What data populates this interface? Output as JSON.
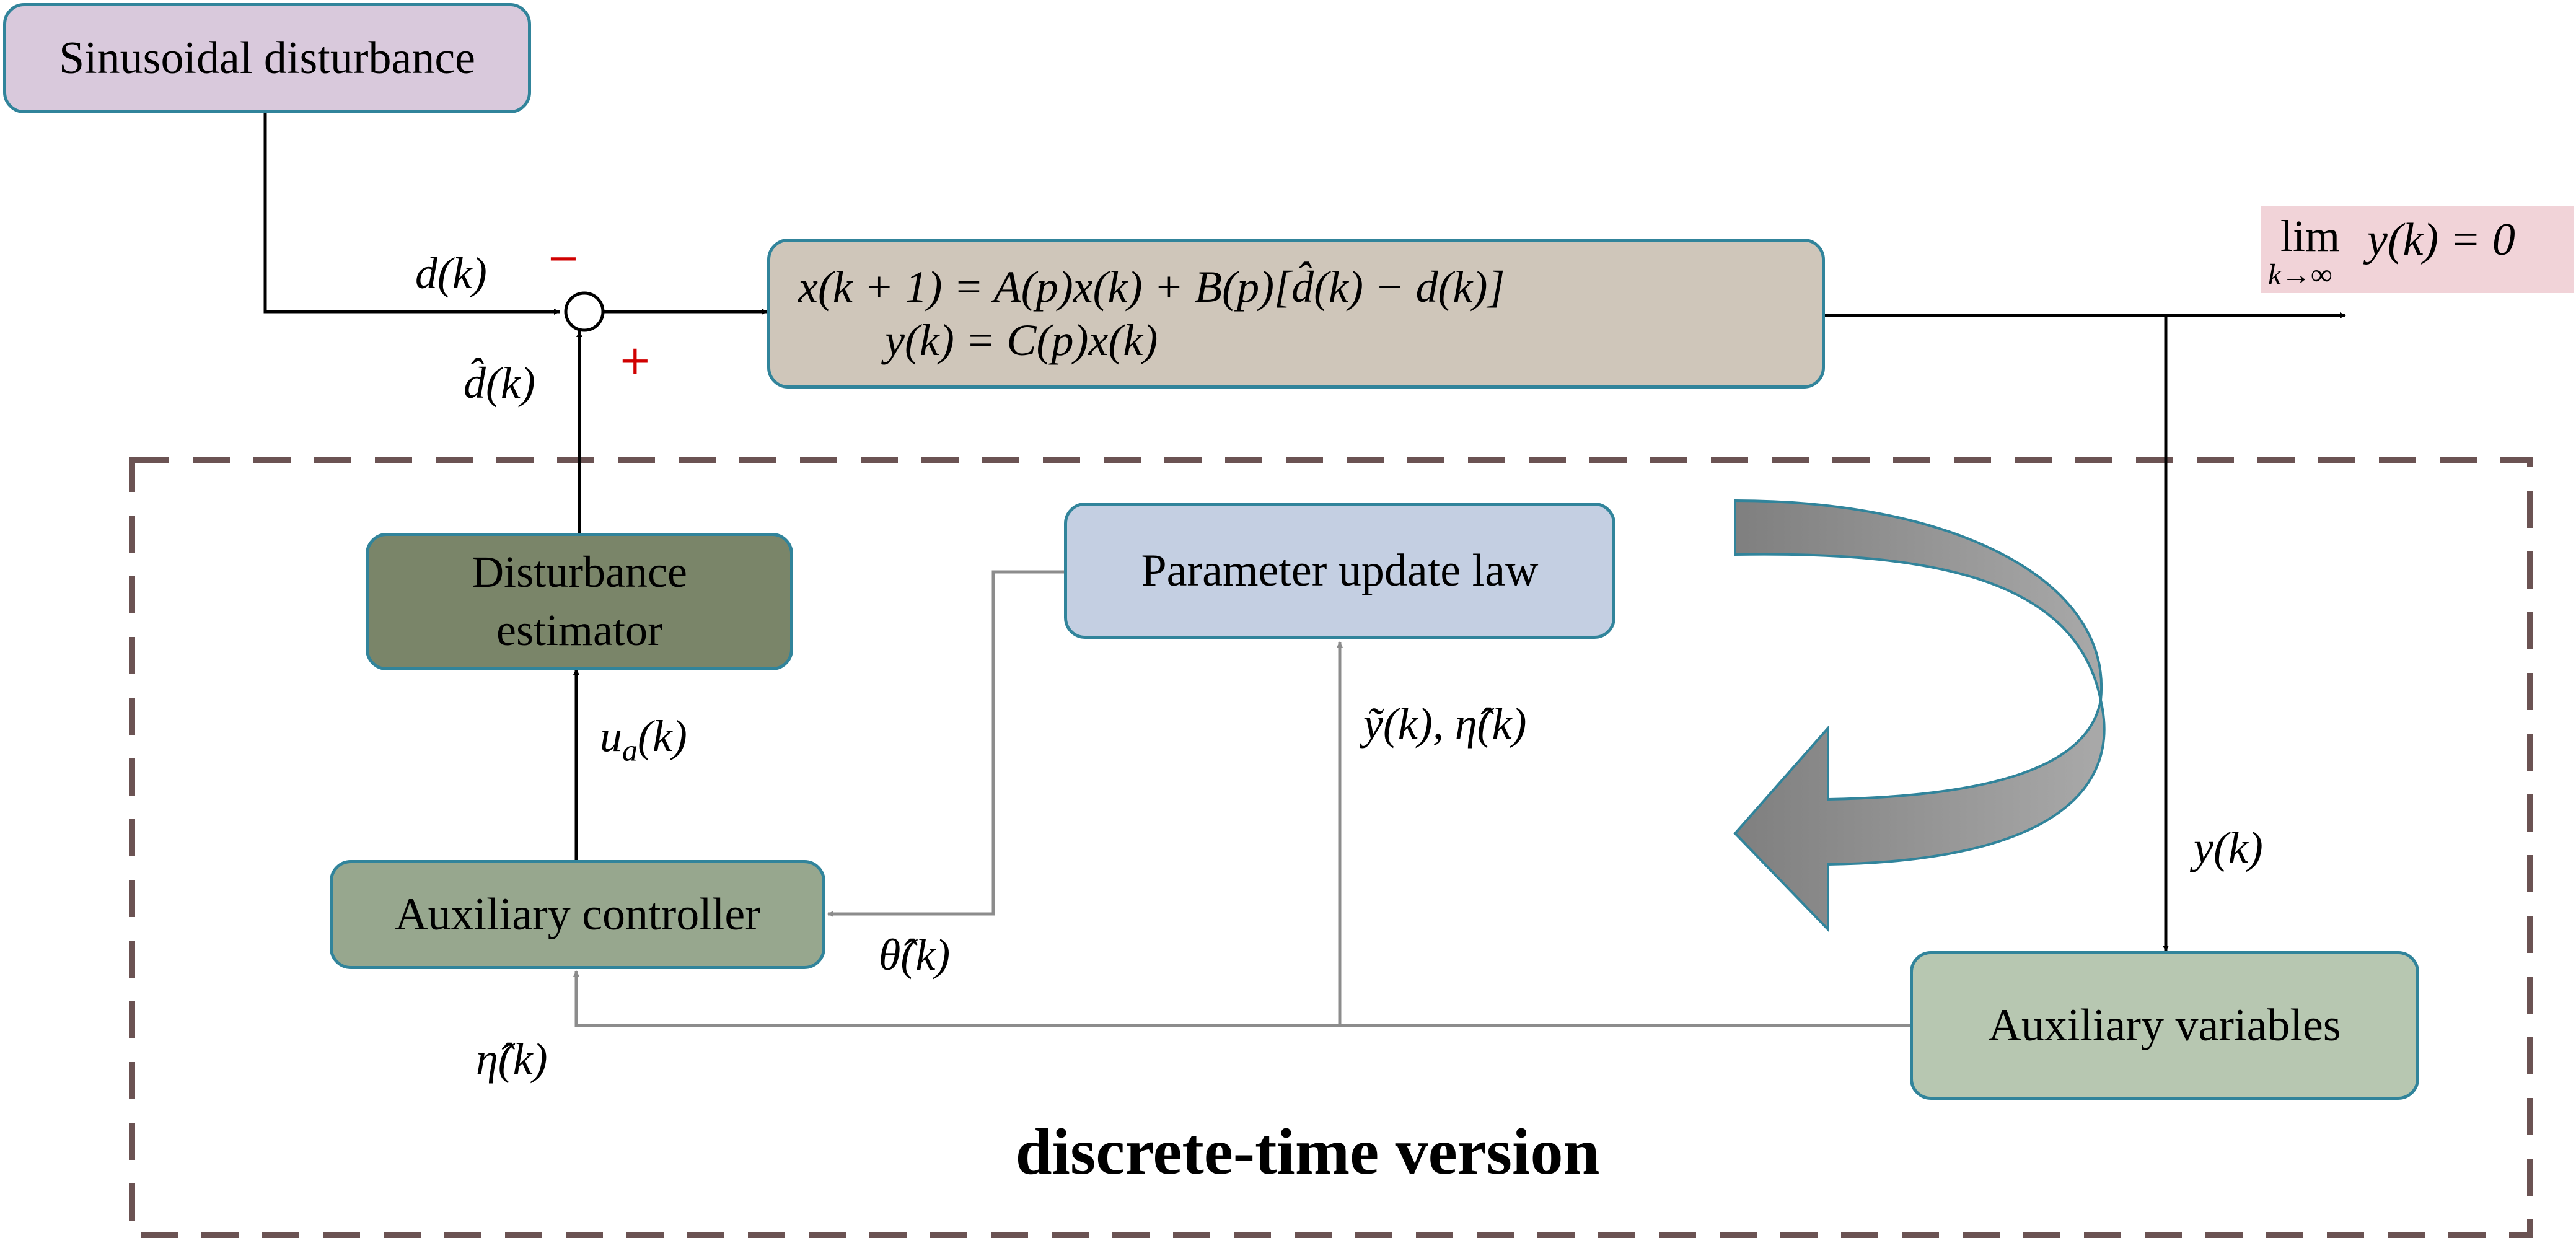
{
  "blocks": {
    "sinusoidal": "Sinusoidal disturbance",
    "plant_line1": "x(k + 1) = A(p)x(k) + B(p)[d̂(k) − d(k)]",
    "plant_line2": "y(k) = C(p)x(k)",
    "disturbance_estimator_line1": "Disturbance",
    "disturbance_estimator_line2": "estimator",
    "parameter_update": "Parameter update law",
    "auxiliary_controller": "Auxiliary controller",
    "auxiliary_variables": "Auxiliary variables"
  },
  "signals": {
    "d": "d(k)",
    "d_hat": "d̂(k)",
    "u_a": "u",
    "u_a_sub": "a",
    "u_a_tail": "(k)",
    "y_tilde_eta_hat": "ỹ(k), η̂(k)",
    "theta_hat": "θ̂(k)",
    "eta_hat": "η̂(k)",
    "y": "y(k)"
  },
  "summing_junction": {
    "minus": "−",
    "plus": "+"
  },
  "output_goal": {
    "lim": "lim",
    "sub": "k→∞",
    "expr": "y(k) = 0"
  },
  "region_label": "discrete-time version",
  "colors": {
    "sinusoidal_fill": "#d9c9dc",
    "plant_fill": "#cfc6ba",
    "estimator_fill": "#7a8569",
    "update_fill": "#c4cfe2",
    "controller_fill": "#97a78e",
    "variables_fill": "#b7c7b1",
    "border": "#31849b",
    "dashed_border": "#6b5353",
    "output_highlight": "#f1d3d8",
    "sign_red": "#d00000"
  }
}
